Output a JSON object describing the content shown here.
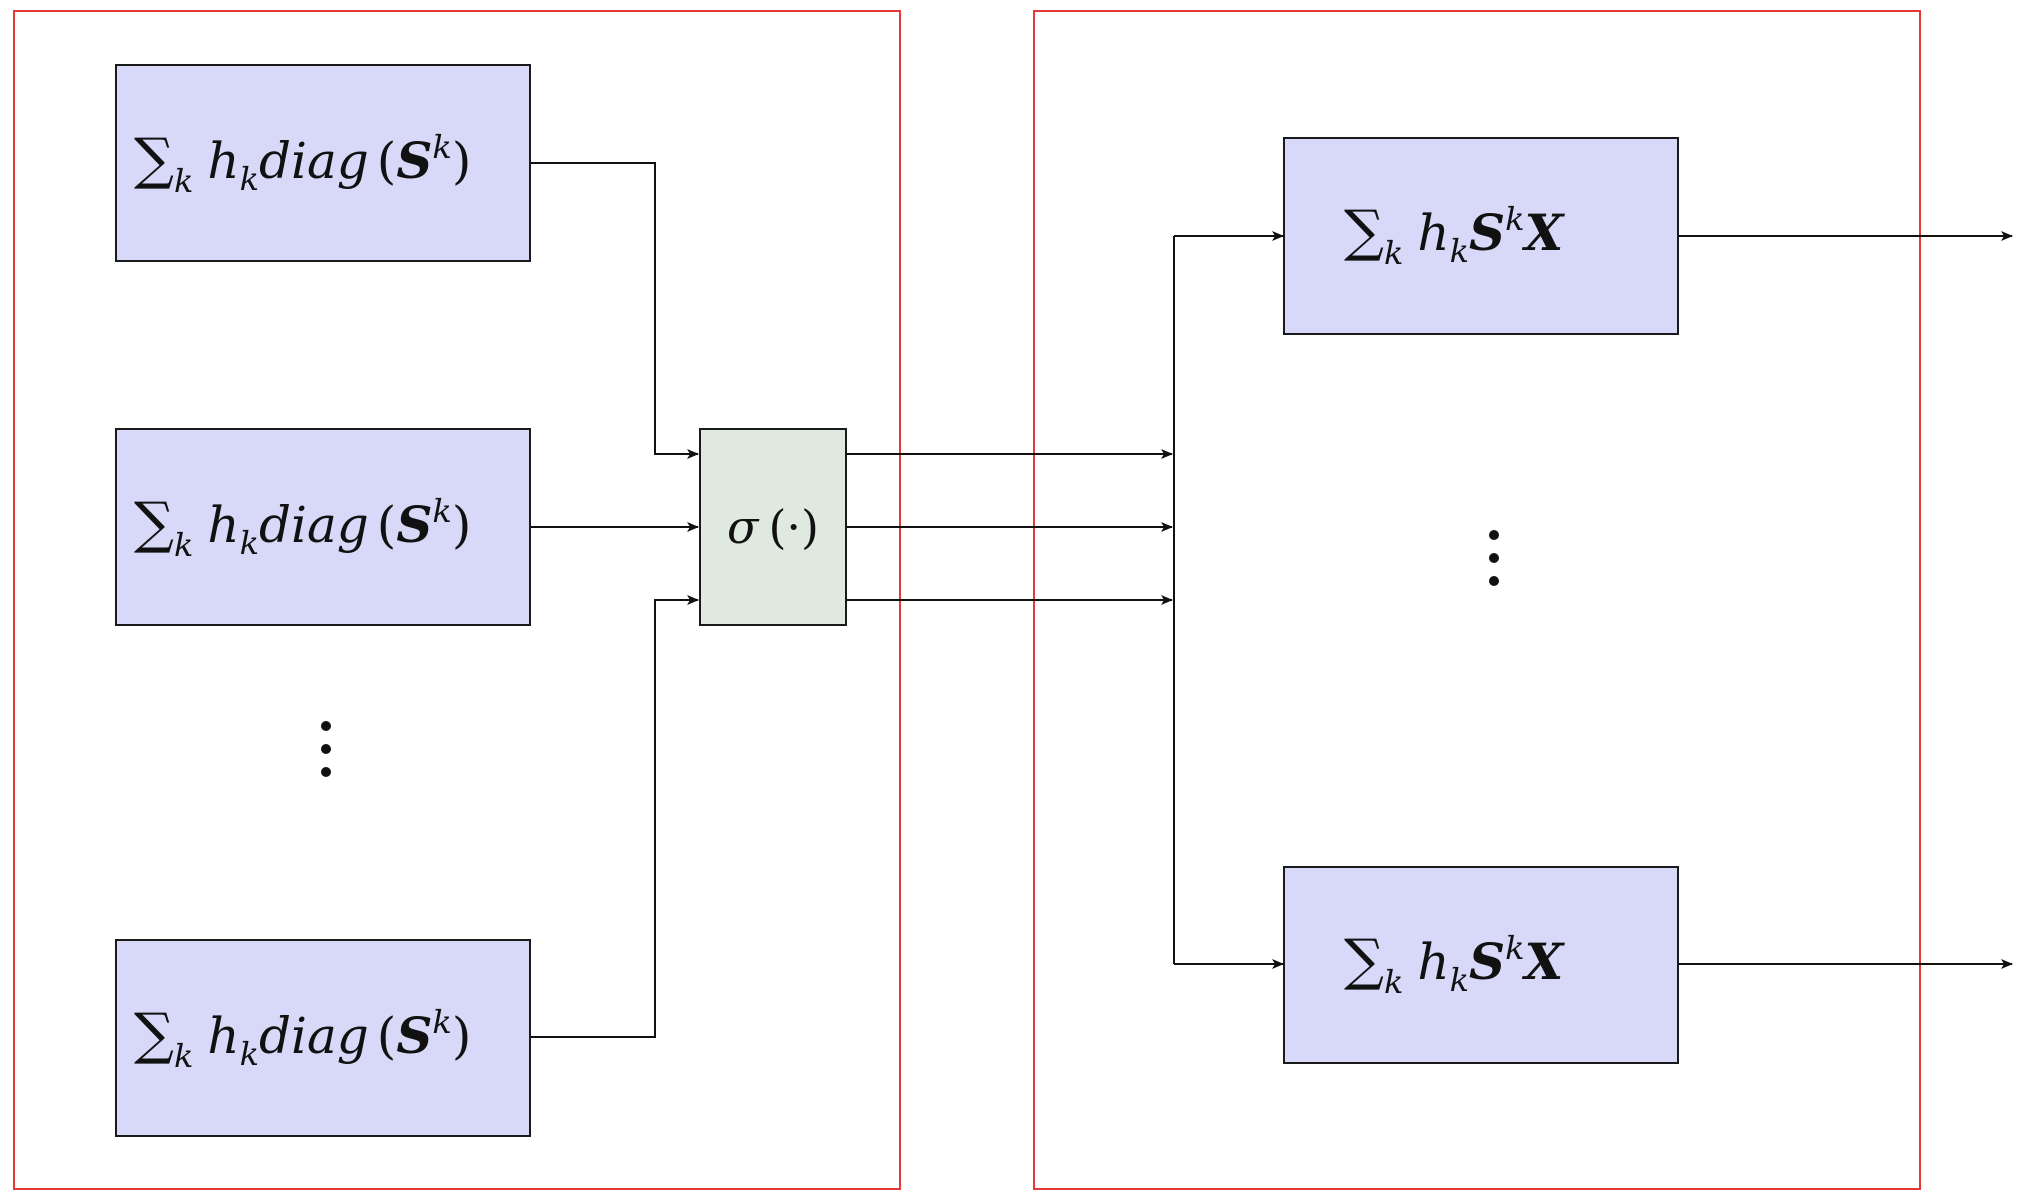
{
  "diagram": {
    "left_group": {
      "node_label": {
        "sum": "∑",
        "sum_index": "k",
        "coef": "h",
        "coef_index": "k",
        "func": "diag",
        "lparen": "(",
        "matrix": "S",
        "power": "k",
        "rparen": ")"
      },
      "ellipsis": "⋮"
    },
    "nonlinearity": {
      "symbol": "σ",
      "arg": "(·)"
    },
    "right_group": {
      "node_label": {
        "sum": "∑",
        "sum_index": "k",
        "coef": "h",
        "coef_index": "k",
        "matrix": "S",
        "power": "k",
        "signal": "X"
      },
      "ellipsis": "⋮"
    },
    "colors": {
      "frame": "#e23a3a",
      "filter_fill": "#d8d8f8",
      "sigma_fill": "#dfe9df",
      "line": "#111111"
    }
  }
}
